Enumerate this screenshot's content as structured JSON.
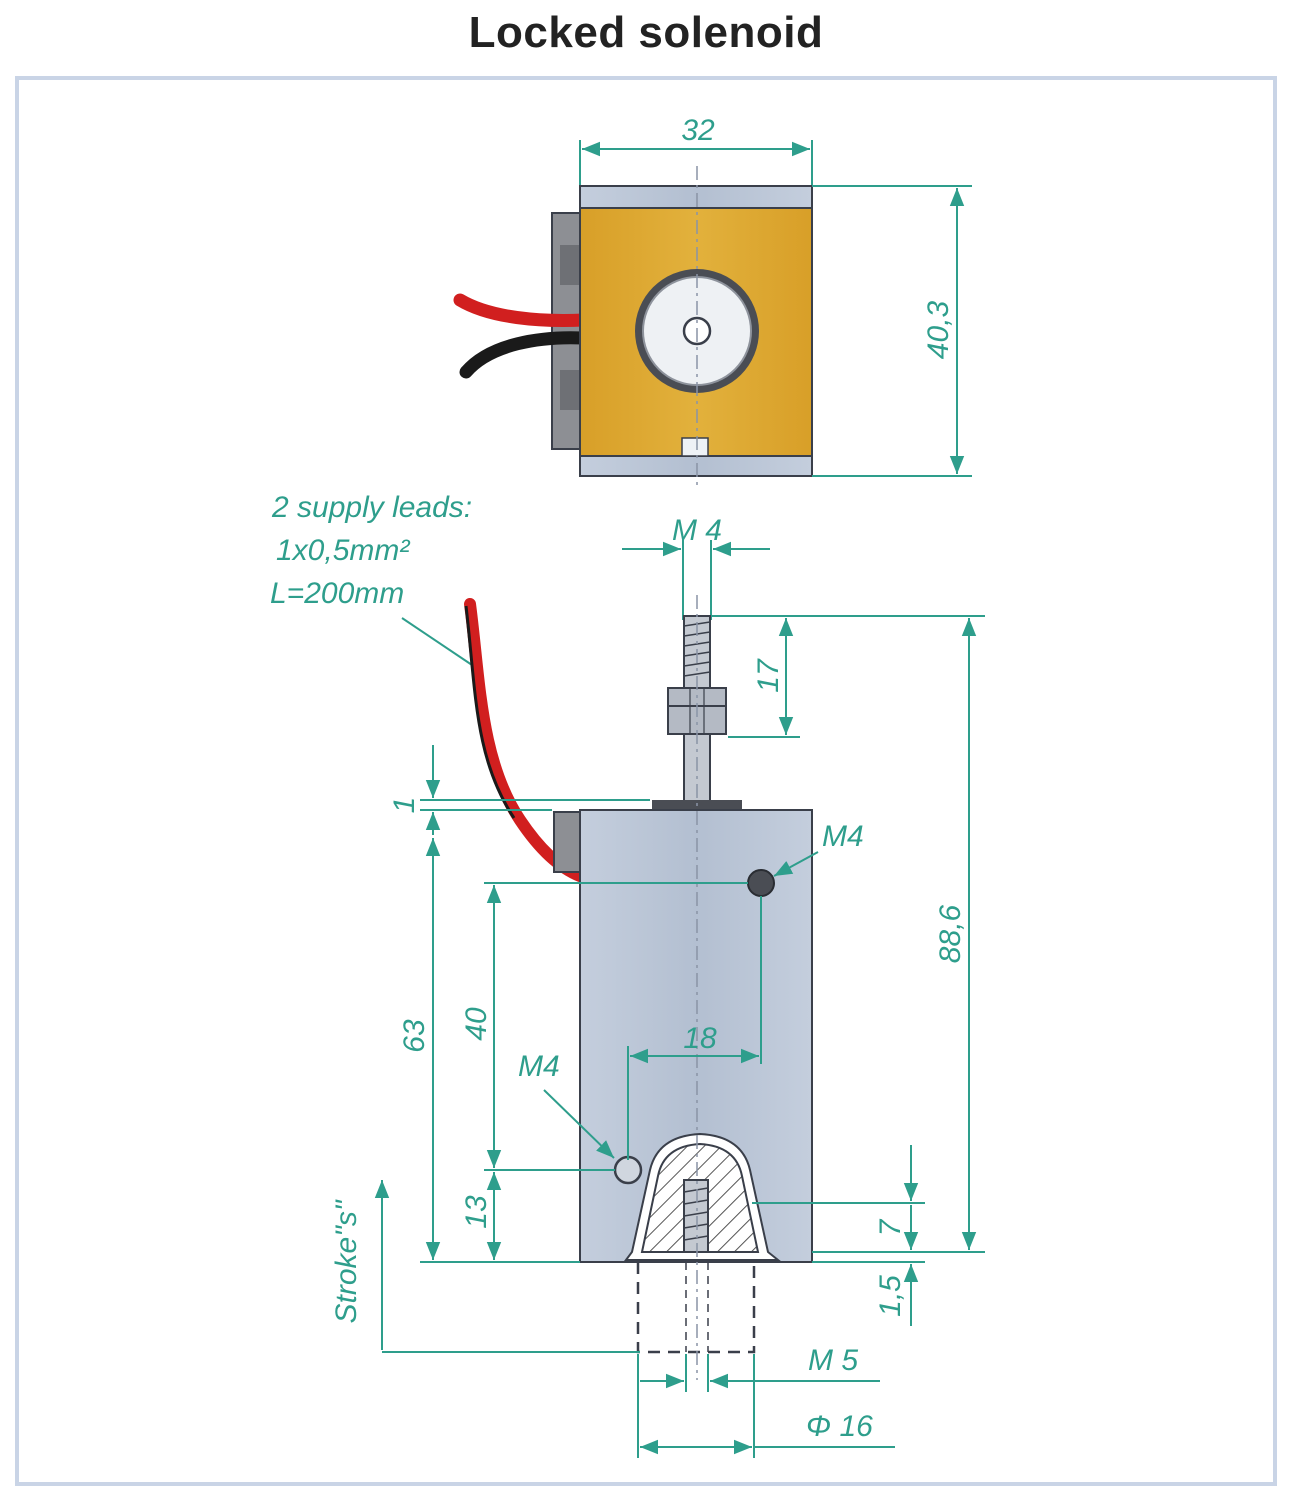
{
  "title": "Locked solenoid",
  "colors": {
    "dimension": "#2e9e8c",
    "coil": "#d9a62e",
    "housing": "#b9c4d6",
    "frame": "#c9d4e6",
    "lead_red": "#d11f1f",
    "lead_black": "#1a1a1a"
  },
  "labels": {
    "width_32": "32",
    "height_40_3": "40,3",
    "thread_m4_top": "M 4",
    "thread_len_17": "17",
    "overall_88_6": "88,6",
    "gap_1": "1",
    "height_63": "63",
    "height_40": "40",
    "spacing_18": "18",
    "m4_upper": "M4",
    "m4_lower": "M4",
    "offset_13": "13",
    "depth_7": "7",
    "depth_1_5": "1,5",
    "stroke": "Stroke\"s\"",
    "thread_m5": "M 5",
    "diameter_16": "Φ 16",
    "leads_line1": "2 supply leads:",
    "leads_line2": "1x0,5mm²",
    "leads_line3": "L=200mm"
  }
}
